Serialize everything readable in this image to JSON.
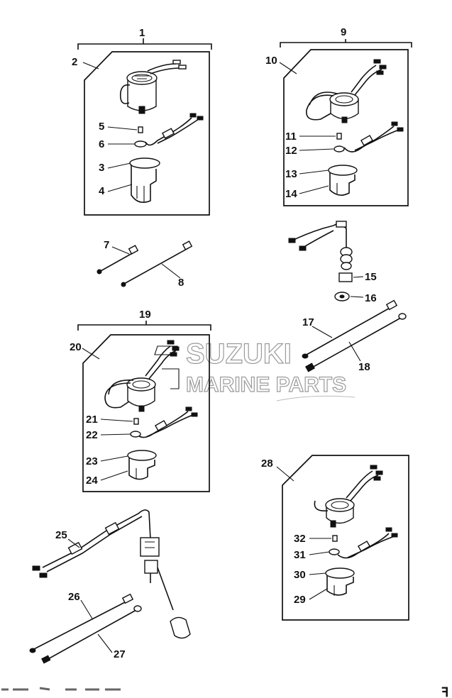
{
  "watermark": {
    "brand": "SUZUKI",
    "line2": "MARINE PARTS"
  },
  "groups": [
    {
      "id": "1",
      "frame": "2",
      "parts": [
        "5",
        "6",
        "3",
        "4"
      ]
    },
    {
      "id": "9",
      "frame": "10",
      "parts": [
        "11",
        "12",
        "13",
        "14"
      ]
    },
    {
      "id": "19",
      "frame": "20",
      "parts": [
        "21",
        "22",
        "23",
        "24"
      ]
    },
    {
      "id": "28",
      "frame": "28",
      "parts": [
        "32",
        "31",
        "30",
        "29"
      ]
    }
  ],
  "labels": {
    "l1": "1",
    "l2": "2",
    "l3": "3",
    "l4": "4",
    "l5": "5",
    "l6": "6",
    "l7": "7",
    "l8": "8",
    "l9": "9",
    "l10": "10",
    "l11": "11",
    "l12": "12",
    "l13": "13",
    "l14": "14",
    "l15": "15",
    "l16": "16",
    "l17": "17",
    "l18": "18",
    "l19": "19",
    "l20": "20",
    "l21": "21",
    "l22": "22",
    "l23": "23",
    "l24": "24",
    "l25": "25",
    "l26": "26",
    "l27": "27",
    "l28": "28",
    "l29": "29",
    "l30": "30",
    "l31": "31",
    "l32": "32"
  },
  "footer_code": "ꟻ"
}
